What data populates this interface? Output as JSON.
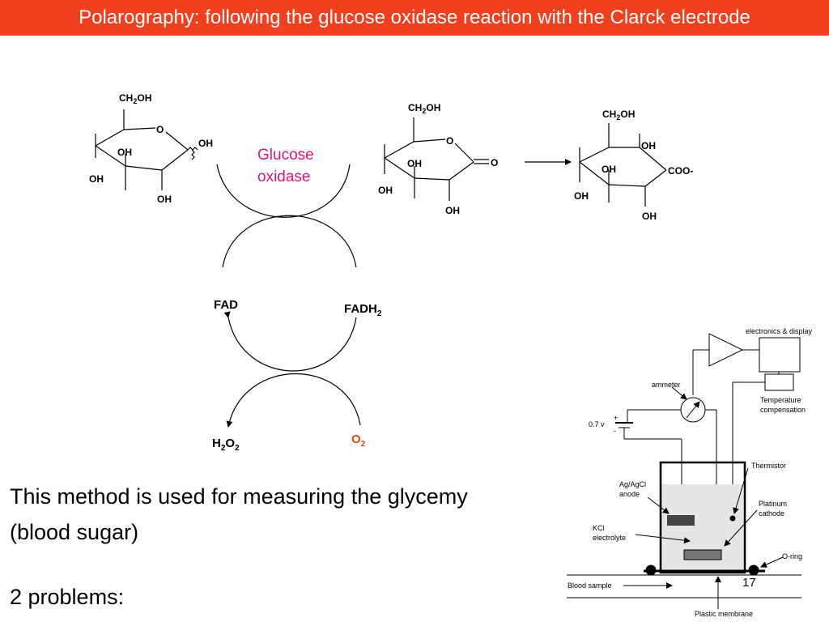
{
  "slide": {
    "title": "Polarography: following the glucose oxidase reaction with the Clarck electrode",
    "page_number": "17",
    "body_lines": [
      "This method is used for measuring the glycemy",
      "(blood sugar)",
      "2 problems:"
    ]
  },
  "reaction": {
    "glucose": {
      "ch2oh": "CH2OH",
      "ring_o": "O",
      "oh_labels": [
        "OH",
        "OH",
        "OH",
        "OH"
      ]
    },
    "enzyme_lines": [
      "Glucose",
      "oxidase"
    ],
    "lactone": {
      "ch2oh": "CH2OH",
      "ring_o": "O",
      "carbonyl_o": "O",
      "oh_labels": [
        "OH",
        "OH",
        "OH"
      ]
    },
    "gluconate": {
      "ch2oh": "CH2OH",
      "coo": "COO-",
      "oh_labels": [
        "OH",
        "OH",
        "OH",
        "OH"
      ]
    },
    "cofactors": {
      "fad": "FAD",
      "fadh2": "FADH2",
      "h2o2": "H2O2",
      "o2": "O2"
    }
  },
  "electrode": {
    "labels": {
      "electronics": "electronics & display",
      "ammeter": "ammeter",
      "temp_comp_1": "Temperature",
      "temp_comp_2": "compensation",
      "voltage": "0.7 v",
      "plus": "+",
      "minus": "-",
      "thermistor": "Thermistor",
      "agcl_1": "Ag/AgCl",
      "agcl_2": "anode",
      "platinum_1": "Platinum",
      "platinum_2": "cathode",
      "kcl_1": "KCl",
      "kcl_2": "electrolyte",
      "oring": "O-ring",
      "blood": "Blood sample",
      "membrane": "Plastic membrane"
    }
  },
  "colors": {
    "title_bg": "#f2401e",
    "title_text": "#ffffff",
    "enzyme": "#e0177a",
    "o2": "#e8461d"
  }
}
